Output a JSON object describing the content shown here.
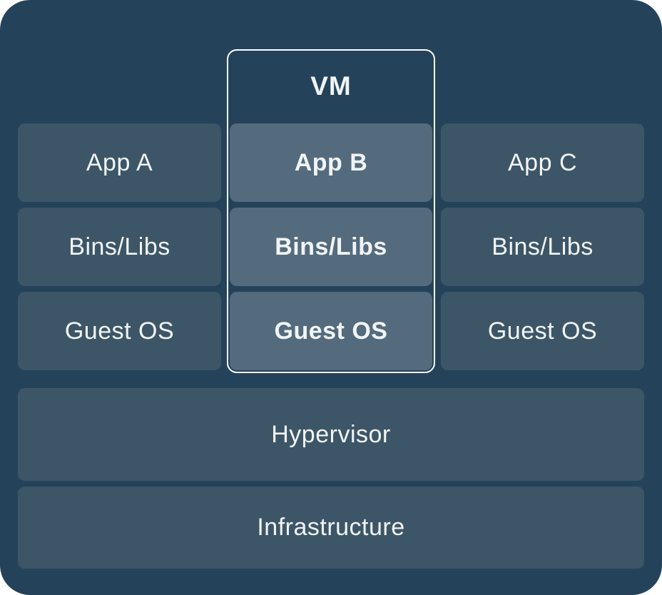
{
  "colors": {
    "canvas_background": "#24435A",
    "layer_box": "#3D5667",
    "highlighted_layer_box": "#546B7D",
    "vm_group_border": "#FFFFFF",
    "label_text": "#F1F4F6"
  },
  "diagram": {
    "vm_group_label": "VM",
    "stacks": [
      {
        "id": "stack-a",
        "highlighted": false,
        "layers": [
          "App A",
          "Bins/Libs",
          "Guest OS"
        ]
      },
      {
        "id": "stack-b",
        "highlighted": true,
        "layers": [
          "App B",
          "Bins/Libs",
          "Guest OS"
        ]
      },
      {
        "id": "stack-c",
        "highlighted": false,
        "layers": [
          "App C",
          "Bins/Libs",
          "Guest OS"
        ]
      }
    ],
    "shared_layers": [
      "Hypervisor",
      "Infrastructure"
    ]
  }
}
